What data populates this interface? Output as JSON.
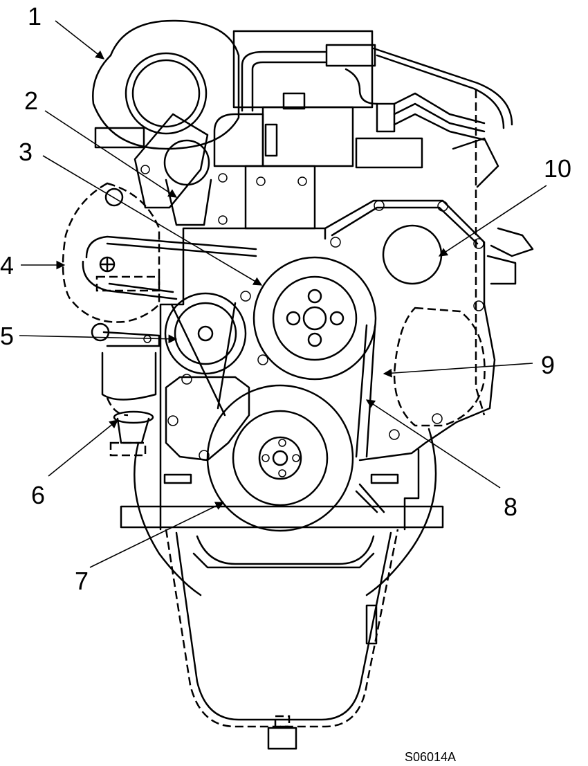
{
  "figure_id": "S06014A",
  "callouts": [
    {
      "id": "1",
      "text": "1"
    },
    {
      "id": "2",
      "text": "2"
    },
    {
      "id": "3",
      "text": "3"
    },
    {
      "id": "4",
      "text": "4"
    },
    {
      "id": "5",
      "text": "5"
    },
    {
      "id": "6",
      "text": "6"
    },
    {
      "id": "7",
      "text": "7"
    },
    {
      "id": "8",
      "text": "8"
    },
    {
      "id": "9",
      "text": "9"
    },
    {
      "id": "10",
      "text": "10"
    }
  ]
}
